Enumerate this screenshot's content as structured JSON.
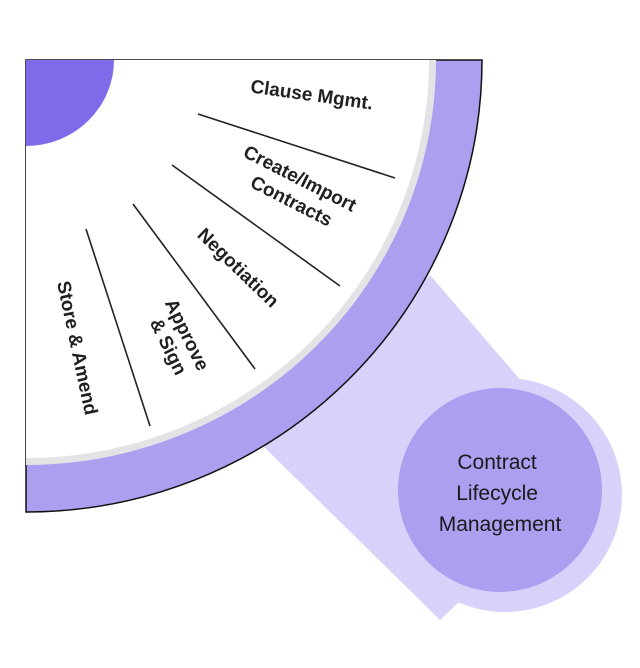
{
  "colors": {
    "ring": "#ab9ff0",
    "ring_stroke": "#111111",
    "gray_band": "#e3e3e6",
    "core": "#7f6bea",
    "beam": "#d8d2fb",
    "hub_outer": "#d8d2fb",
    "hub_inner": "#ab9ff0",
    "divider": "#222222",
    "label_text": "#1f1f24"
  },
  "segments": [
    {
      "label": [
        "Clause Mgmt."
      ]
    },
    {
      "label": [
        "Create/Import",
        "Contracts"
      ]
    },
    {
      "label": [
        "Negotiation"
      ]
    },
    {
      "label": [
        "Approve",
        "& Sign"
      ]
    },
    {
      "label": [
        "Store & Amend"
      ]
    }
  ],
  "hub": {
    "lines": [
      "Contract",
      "Lifecycle",
      "Management"
    ]
  }
}
